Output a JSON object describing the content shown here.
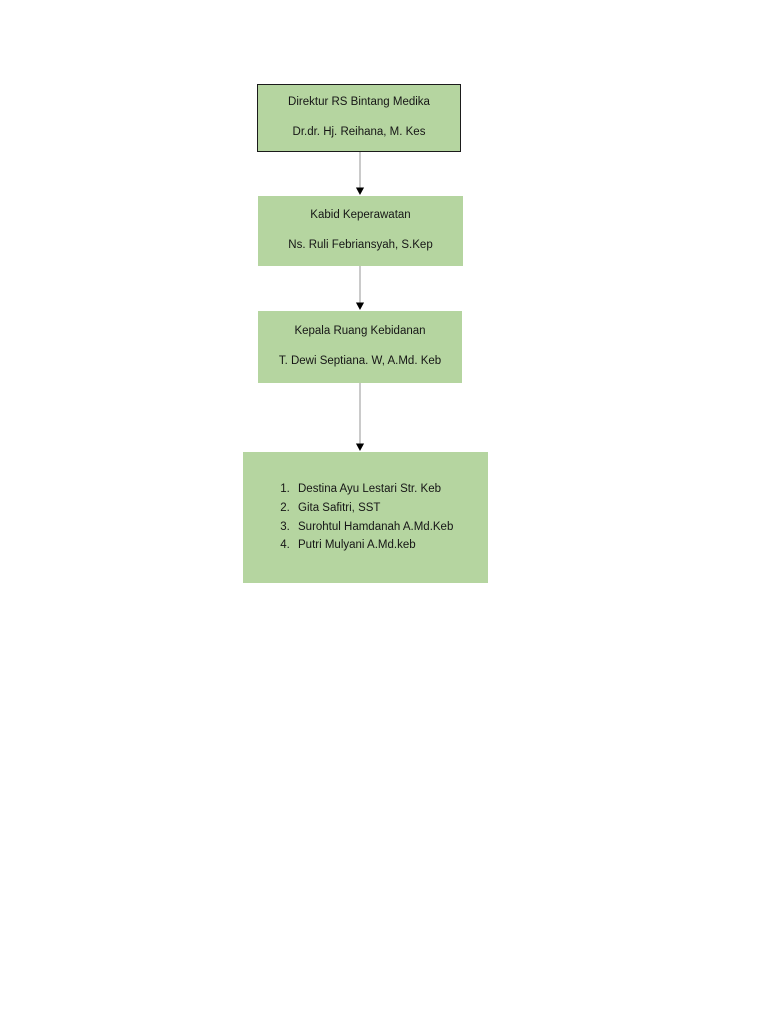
{
  "document": {
    "background_color": "#ffffff"
  },
  "chart_style": {
    "node_fill": "#b5d5a0",
    "node_border": "#1b1b1b",
    "text_color": "#161616",
    "connector_color": "#a6a6a6",
    "arrowhead_color": "#000000"
  },
  "chart": {
    "type": "organizational-hierarchy",
    "nodes": [
      {
        "id": "direktur",
        "lines": [
          "Direktur RS Bintang Medika",
          "Dr.dr. Hj. Reihana, M. Kes"
        ],
        "bordered": true
      },
      {
        "id": "kabid",
        "lines": [
          "Kabid Keperawatan",
          "Ns. Ruli Febriansyah, S.Kep"
        ],
        "bordered": false
      },
      {
        "id": "kepala-ruang",
        "lines": [
          "Kepala Ruang Kebidanan",
          "T. Dewi Septiana. W, A.Md. Keb"
        ],
        "bordered": false
      },
      {
        "id": "staff",
        "bordered": false,
        "items": [
          {
            "number": "1.",
            "name": "Destina Ayu Lestari Str. Keb"
          },
          {
            "number": "2.",
            "name": "Gita Safitri, SST"
          },
          {
            "number": "3.",
            "name": "Surohtul Hamdanah A.Md.Keb"
          },
          {
            "number": "4.",
            "name": "Putri Mulyani A.Md.keb"
          }
        ]
      }
    ],
    "edges": [
      {
        "from": "direktur",
        "to": "kabid"
      },
      {
        "from": "kabid",
        "to": "kepala-ruang"
      },
      {
        "from": "kepala-ruang",
        "to": "staff"
      }
    ]
  }
}
